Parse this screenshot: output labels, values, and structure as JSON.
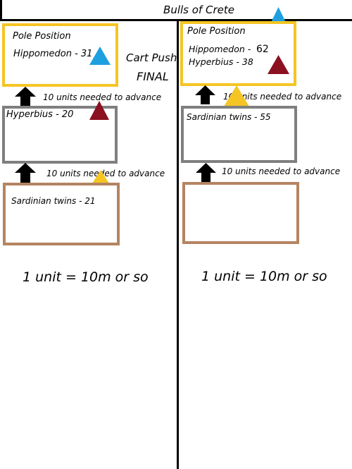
{
  "header": {
    "title": "Bulls of Crete"
  },
  "left_panel": {
    "pole_label": "Pole Position",
    "pole_team": "Hippomedon - 31",
    "cart_push_label": "Cart Push",
    "final_label": "FINAL",
    "advance_note_1": "10 units needed to advance",
    "middle_team": "Hyperbius - 20",
    "advance_note_2": "10 units needed to advance",
    "bottom_team": "Sardinian twins - 21",
    "scale_note": "1 unit = 10m or so"
  },
  "right_panel": {
    "pole_label": "Pole Position",
    "pole_team_1": "Hippomedon -",
    "pole_score_1": "62",
    "pole_team_2": "Hyperbius - 38",
    "advance_note_1": "10 units needed to advance",
    "middle_team": "Sardinian twins - 55",
    "advance_note_2": "10 units needed to advance",
    "scale_note": "1 unit = 10m or so"
  },
  "colors": {
    "blue_marker": "#1ea0e0",
    "red_marker": "#8b1020",
    "yellow_marker": "#f5c524",
    "box_yellow": "#f5c524",
    "box_gray": "#7f7f7f",
    "box_brown": "#b58462"
  },
  "icons": {
    "up_arrow": "up-arrow-icon",
    "triangle_marker": "triangle-marker-icon"
  }
}
